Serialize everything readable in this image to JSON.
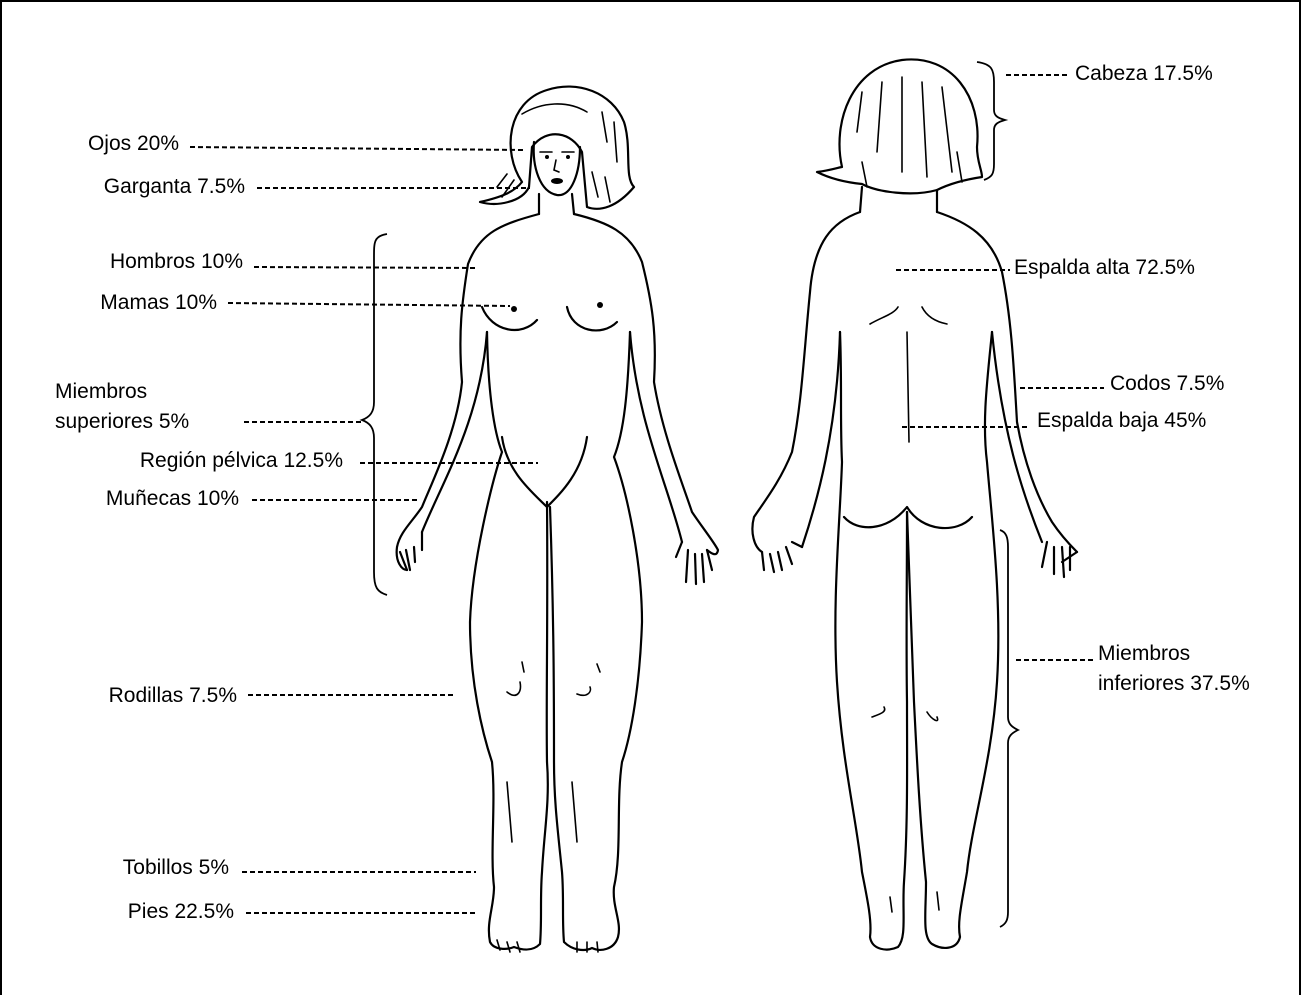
{
  "labels": {
    "ojos": "Ojos 20%",
    "garganta": "Garganta 7.5%",
    "hombros": "Hombros 10%",
    "mamas": "Mamas 10%",
    "miembros_superiores_1": "Miembros",
    "miembros_superiores_2": "superiores 5%",
    "region_pelvica": "Región pélvica 12.5%",
    "munecas": "Muñecas 10%",
    "rodillas": "Rodillas 7.5%",
    "tobillos": "Tobillos 5%",
    "pies": "Pies 22.5%",
    "cabeza": "Cabeza 17.5%",
    "espalda_alta": "Espalda alta 72.5%",
    "codos": "Codos 7.5%",
    "espalda_baja": "Espalda baja 45%",
    "miembros_inferiores_1": "Miembros",
    "miembros_inferiores_2": "inferiores 37.5%"
  },
  "percentages": {
    "ojos": 20,
    "garganta": 7.5,
    "hombros": 10,
    "mamas": 10,
    "miembros_superiores": 5,
    "region_pelvica": 12.5,
    "munecas": 10,
    "rodillas": 7.5,
    "tobillos": 5,
    "pies": 22.5,
    "cabeza": 17.5,
    "espalda_alta": 72.5,
    "codos": 7.5,
    "espalda_baja": 45,
    "miembros_inferiores": 37.5
  },
  "colors": {
    "line": "#000000",
    "background": "#ffffff"
  }
}
